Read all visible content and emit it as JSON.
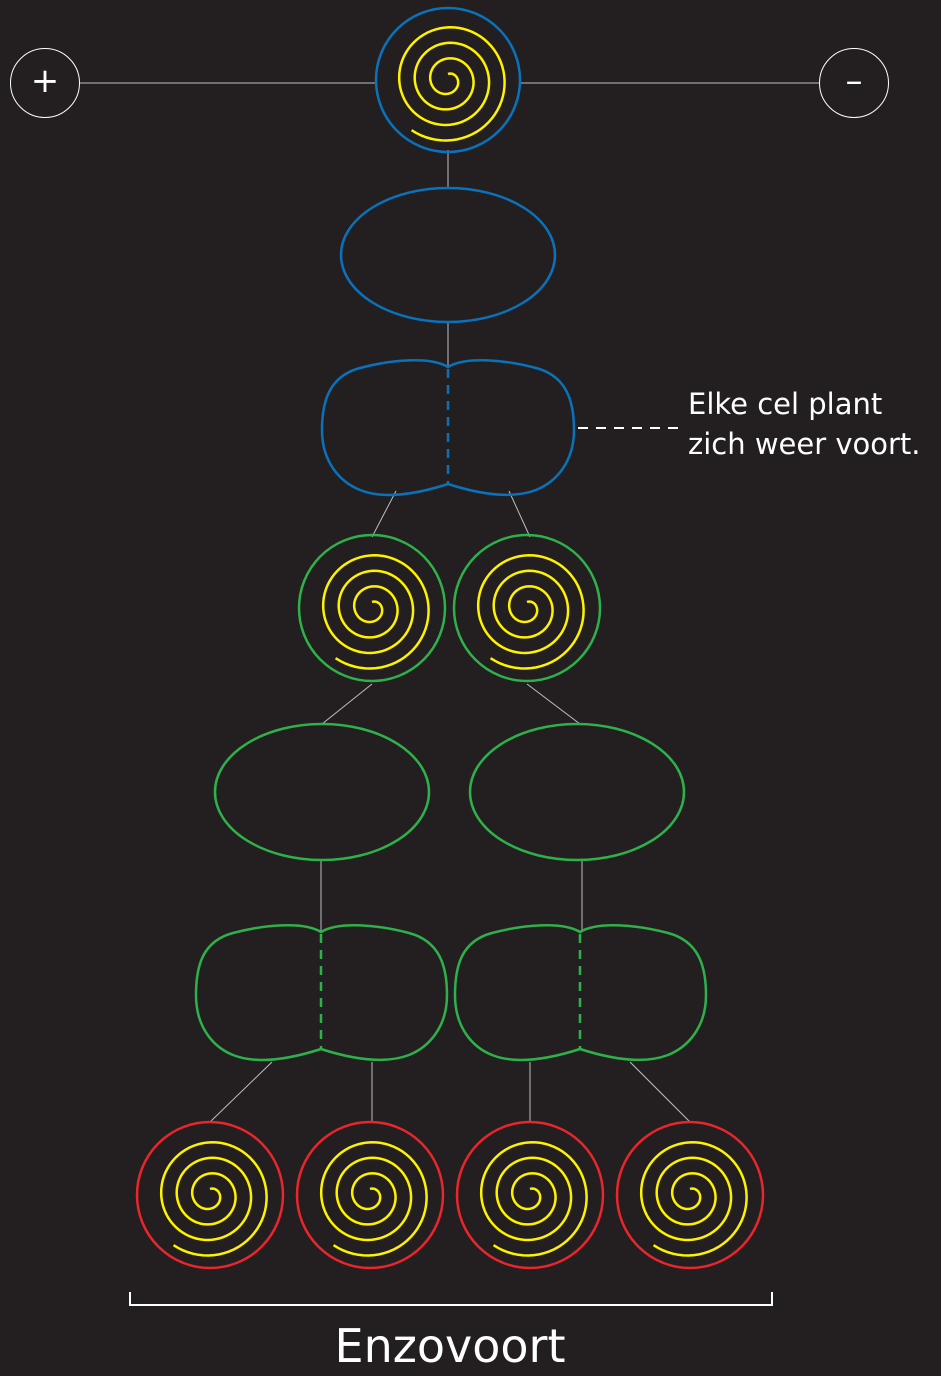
{
  "controls": {
    "increase_symbol": "+",
    "decrease_symbol": "–"
  },
  "callout": {
    "line1": "Elke cel plant",
    "line2": "zich weer voort."
  },
  "footer": {
    "label": "Enzovoort"
  },
  "colors": {
    "background": "#231f20",
    "generation_1": "#0a72ba",
    "generation_2": "#2eb04a",
    "generation_3": "#e8262b",
    "chromosome": "#fff200",
    "connector": "#bcbec0",
    "text": "#ffffff"
  }
}
